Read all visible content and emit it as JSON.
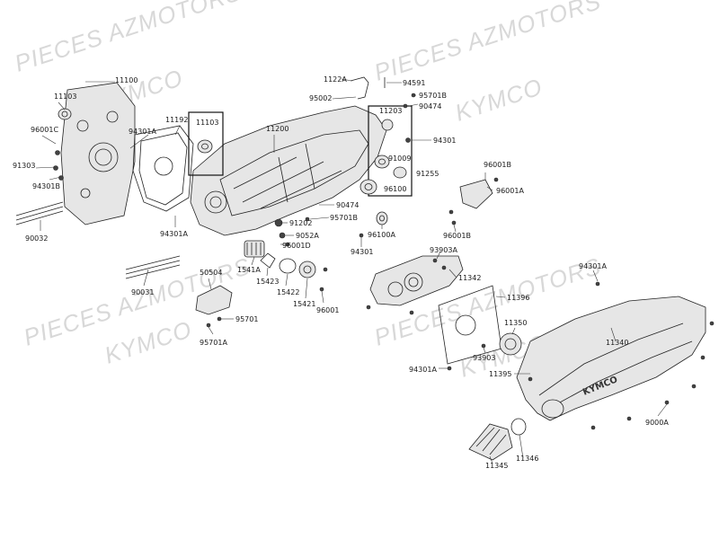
{
  "watermarks": [
    "PIECES AZMOTORS",
    "KYMCO",
    "PIECES AZMOTORS",
    "KYMCO",
    "PIECES AZMOTORS",
    "KYMCO",
    "PIECES AZMOTORS",
    "KYMCO"
  ],
  "labels": [
    "11100",
    "11103",
    "96001C",
    "91303",
    "94301B",
    "90032",
    "94301A",
    "11192",
    "94301A",
    "90031",
    "50504",
    "95701",
    "95701A",
    "11103",
    "11200",
    "1122A",
    "94591",
    "95002",
    "95701B",
    "90474",
    "11203",
    "94301",
    "91009",
    "91255",
    "96100",
    "90474",
    "95701B",
    "91202",
    "9052A",
    "96001D",
    "1541A",
    "15423",
    "15422",
    "15421",
    "96001",
    "96100A",
    "94301",
    "93903A",
    "11342",
    "11396",
    "96001B",
    "96001A",
    "96001B",
    "94301A",
    "11350",
    "11340",
    "93903",
    "94301A",
    "11395",
    "11345",
    "11346",
    "9000A"
  ],
  "cover_logo": "KYMCO"
}
